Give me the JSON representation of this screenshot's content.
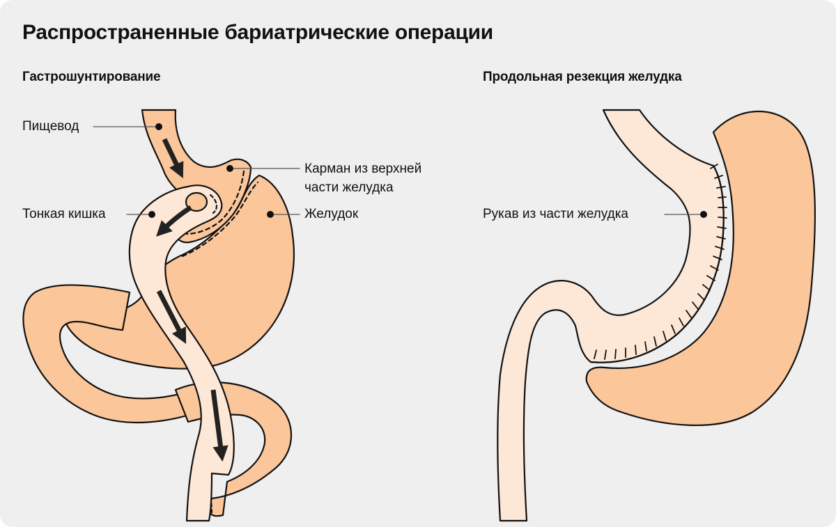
{
  "title": "Распространенные бариатрические операции",
  "colors": {
    "background": "#efefef",
    "stomach": "#fbc69a",
    "intestine": "#fde7d6",
    "outline": "#111111",
    "arrow": "#222222"
  },
  "gastric_bypass": {
    "title": "Гастрошунтирование",
    "labels": {
      "esophagus": "Пищевод",
      "pouch_line1": "Карман из верхней",
      "pouch_line2": "части желудка",
      "small_intestine": "Тонкая кишка",
      "stomach": "Желудок"
    }
  },
  "sleeve_gastrectomy": {
    "title": "Продольная резекция желудка",
    "labels": {
      "sleeve": "Рукав из части желудка"
    }
  }
}
